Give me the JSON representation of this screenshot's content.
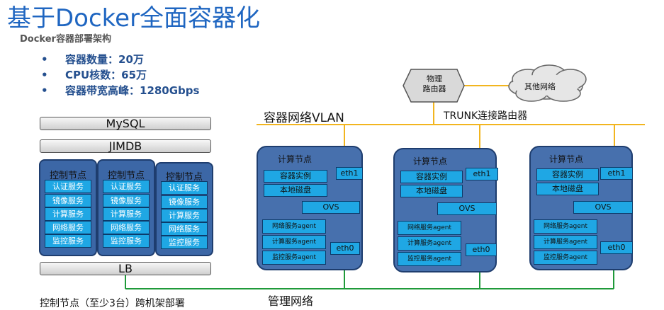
{
  "title": "基于Docker全面容器化",
  "subtitle": "Docker容器部署架构",
  "bullets": [
    {
      "dot": "•",
      "text": "容器数量：20万"
    },
    {
      "dot": "•",
      "text": "CPU核数：65万"
    },
    {
      "dot": "•",
      "text": "容器带宽高峰：1280Gbps"
    }
  ],
  "bars": {
    "mysql": "MySQL",
    "jimdb": "JIMDB",
    "lb": "LB"
  },
  "control_node": {
    "title": "控制节点",
    "services": [
      "认证服务",
      "镜像服务",
      "计算服务",
      "网络服务",
      "监控服务"
    ]
  },
  "compute_node": {
    "title": "计算节点",
    "container_instance": "容器实例",
    "local_disk": "本地磁盘",
    "ovs": "OVS",
    "eth1": "eth1",
    "eth0": "eth0",
    "agents": [
      "网络服务agent",
      "计算服务agent",
      "监控服务agent"
    ]
  },
  "router": "物理\n路由器",
  "router_lines": [
    "物理",
    "路由器"
  ],
  "other_network": "其他网络",
  "vlan_label": "容器网络VLAN",
  "trunk_label": "TRUNK连接路由器",
  "mgmt_label": "管理网络",
  "footer_note": "控制节点（至少3台）跨机架部署",
  "colors": {
    "title": "#1f66c1",
    "bullet": "#25508f",
    "node": "#4770ad",
    "service": "#1fa7e4",
    "vlan_line": "#f2b51f",
    "mgmt_line": "#1f9a3a"
  }
}
